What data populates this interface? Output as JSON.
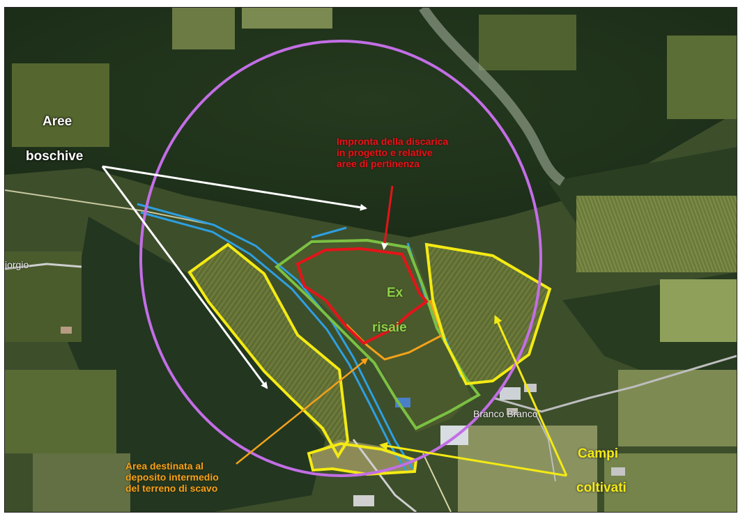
{
  "map": {
    "labels": {
      "aree": "Aree",
      "boschive": "boschive",
      "impronta_line1": "Impronta della discarica",
      "impronta_line2": "in progetto e relative",
      "impronta_line3": "aree di pertinenza",
      "ex": "Ex",
      "risaie": "risaie",
      "area_line1": "Area destinata al",
      "area_line2": "deposito intermedio",
      "area_line3": "del terreno di scavo",
      "campi": "Campi",
      "coltivati": "coltivati"
    },
    "place_names": {
      "giorgio": "iorgio",
      "branco": "Branco Branco"
    },
    "colors": {
      "circle": "#c36ee6",
      "boundary_red": "#e4141a",
      "boundary_green": "#7bc043",
      "boundary_orange": "#f4a21a",
      "boundary_yellow": "#f4ea14",
      "channel_blue": "#2e9fe0",
      "arrows": "#ffffff"
    }
  }
}
